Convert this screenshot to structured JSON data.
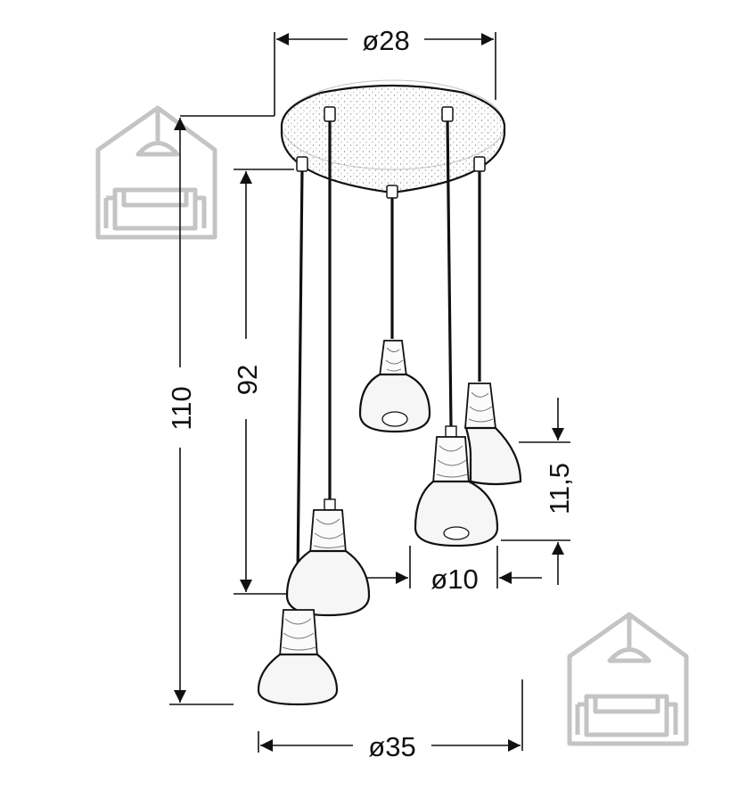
{
  "dimensions": {
    "canopy_diameter": "ø28",
    "overall_diameter": "ø35",
    "total_height": "110",
    "cable_length": "92",
    "shade_height": "11,5",
    "shade_diameter": "ø10"
  },
  "colors": {
    "ink": "#111111",
    "watermark": "#c4c4c4",
    "shade_fill": "#f6f6f6"
  },
  "icons": [
    "house-sofa-watermark-icon",
    "house-sofa-watermark-icon"
  ]
}
